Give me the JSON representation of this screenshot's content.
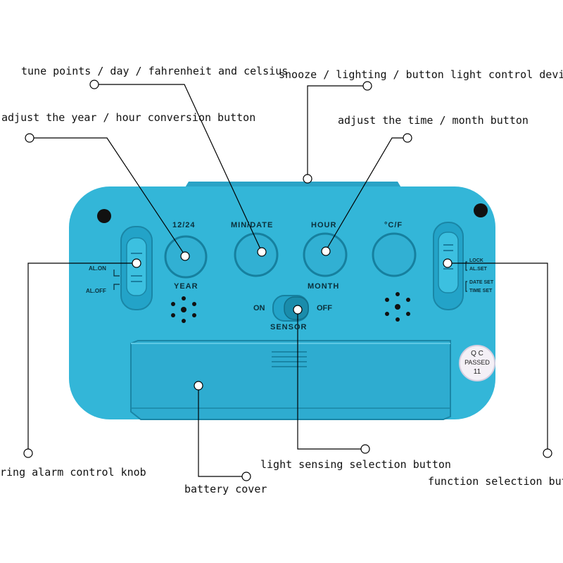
{
  "callouts": {
    "tune": "tune points / day / fahrenheit and celsius",
    "snooze": "snooze / lighting / button light control device",
    "year_hour": "adjust the year / hour conversion button",
    "time_month": "adjust the time / month button",
    "ring": "ring alarm control knob",
    "battery": "battery cover",
    "sensing": "light sensing selection button",
    "function": "function selection button"
  },
  "device": {
    "btn_1224": "12/24",
    "btn_min_date": "MIN/DATE",
    "btn_hour": "HOUR",
    "btn_cf": "°C/F",
    "label_year": "YEAR",
    "label_month": "MONTH",
    "al_on": "AL.ON",
    "al_off": "AL.OFF",
    "lock": "LOCK",
    "al_set": "AL.SET",
    "date_set": "DATE SET",
    "time_set": "TIME SET",
    "sensor_on": "ON",
    "sensor_off": "OFF",
    "sensor": "SENSOR",
    "qc_line1": "Q C",
    "qc_line2": "PASSED",
    "qc_line3": "11"
  },
  "colors": {
    "body": "#33b6d8",
    "body_dark": "#1f8fb0",
    "line": "#000000"
  }
}
